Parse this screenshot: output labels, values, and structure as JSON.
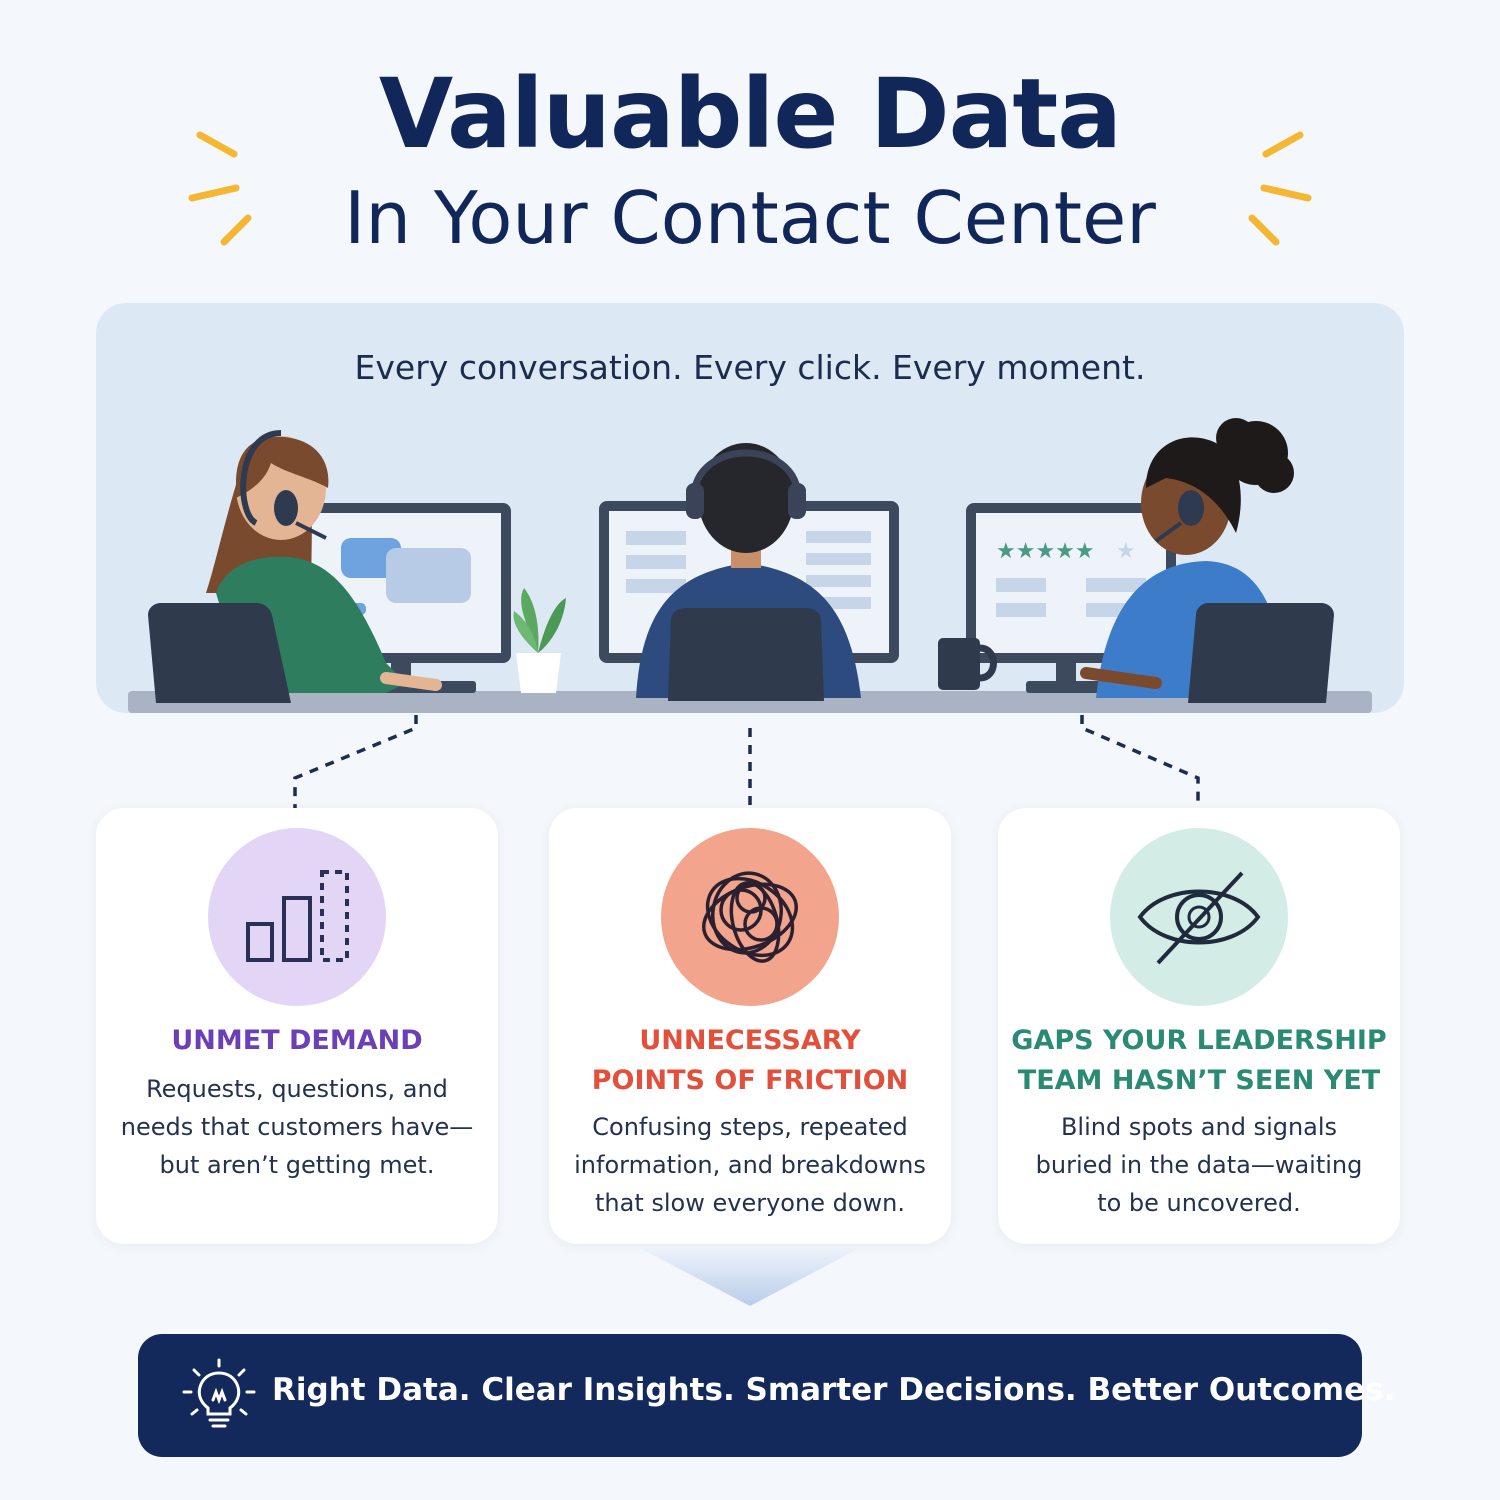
{
  "header": {
    "title": "Valuable Data",
    "subtitle": "In Your Contact Center"
  },
  "scene": {
    "tagline": "Every conversation. Every click. Every moment."
  },
  "cards": [
    {
      "title_line1": "UNMET DEMAND",
      "title_line2": "",
      "body_lines": [
        "Requests, questions, and",
        "needs that customers have—",
        "but aren’t getting met."
      ],
      "icon": "bar-chart-icon",
      "accent": "#6b3fb5",
      "circle_color": "#e2d5f5"
    },
    {
      "title_line1": "UNNECESSARY",
      "title_line2": "POINTS OF FRICTION",
      "body_lines": [
        "Confusing steps, repeated",
        "information, and breakdowns",
        "that slow everyone down."
      ],
      "icon": "tangle-icon",
      "accent": "#e2503c",
      "circle_color": "#f2a48c"
    },
    {
      "title_line1": "GAPS YOUR LEADERSHIP",
      "title_line2": "TEAM HASN’T SEEN YET",
      "body_lines": [
        "Blind spots and signals",
        "buried in the data—waiting",
        "to be uncovered."
      ],
      "icon": "eye-slash-icon",
      "accent": "#2a8a73",
      "circle_color": "#d3ece5"
    }
  ],
  "banner": {
    "text": "Right Data. Clear Insights. Smarter Decisions. Better Outcomes.",
    "icon": "lightbulb-icon"
  },
  "colors": {
    "navy": "#13295b",
    "spark": "#f5b731",
    "scene_bg": "#dde8f5"
  }
}
